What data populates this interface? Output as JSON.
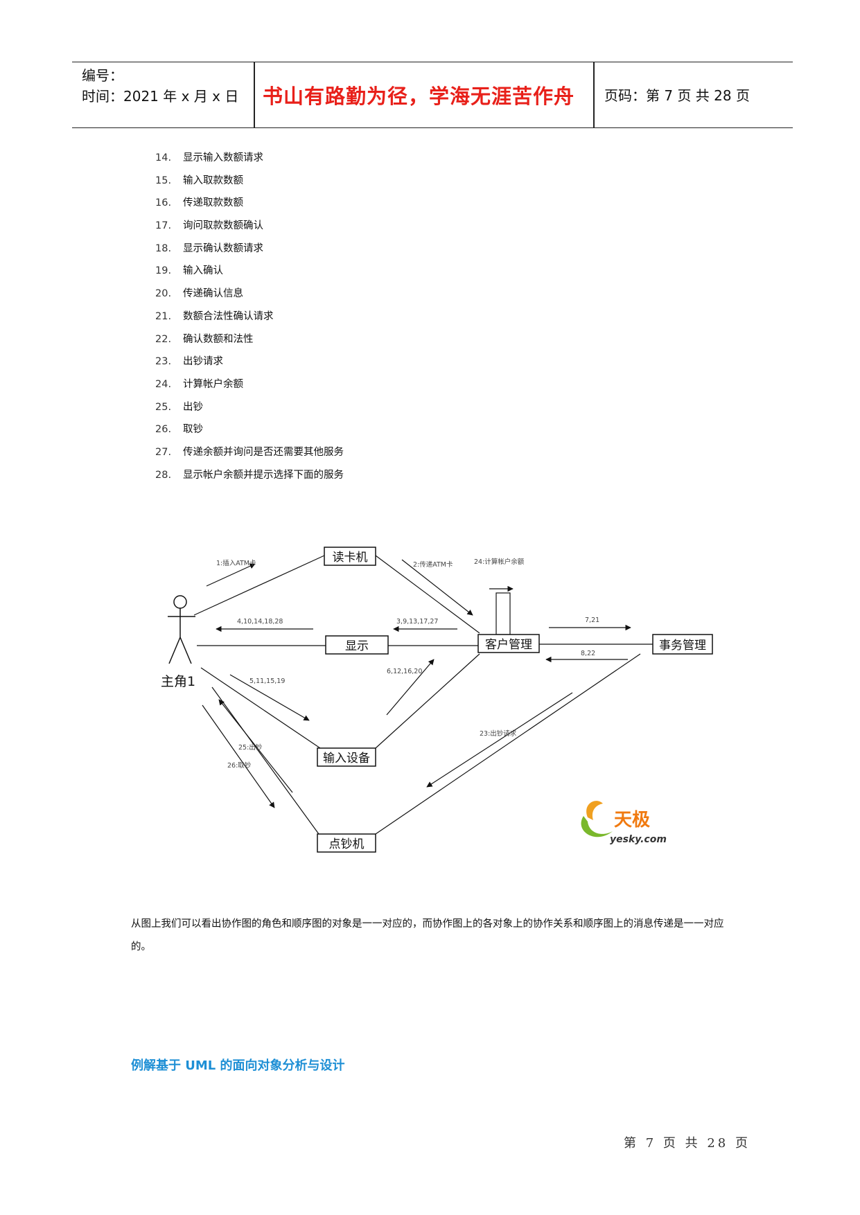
{
  "header": {
    "number_label": "编号：",
    "time_label": "时间：2021 年 x 月 x 日",
    "motto": "书山有路勤为径，学海无涯苦作舟",
    "page_label": "页码：第 7 页  共 28 页"
  },
  "steps": [
    {
      "num": "14.",
      "text": "显示输入数额请求"
    },
    {
      "num": "15.",
      "text": "输入取款数额"
    },
    {
      "num": "16.",
      "text": "传递取款数额"
    },
    {
      "num": "17.",
      "text": "询问取款数额确认"
    },
    {
      "num": "18.",
      "text": "显示确认数额请求"
    },
    {
      "num": "19.",
      "text": "输入确认"
    },
    {
      "num": "20.",
      "text": "传递确认信息"
    },
    {
      "num": "21.",
      "text": "数额合法性确认请求"
    },
    {
      "num": "22.",
      "text": "确认数额和法性"
    },
    {
      "num": "23.",
      "text": "出钞请求"
    },
    {
      "num": "24.",
      "text": "计算帐户余额"
    },
    {
      "num": "25.",
      "text": "出钞"
    },
    {
      "num": "26.",
      "text": "取钞"
    },
    {
      "num": "27.",
      "text": "传递余额并询问是否还需要其他服务"
    },
    {
      "num": "28.",
      "text": "显示帐户余额并提示选择下面的服务"
    }
  ],
  "diagram": {
    "actor": "主角1",
    "objects": {
      "card_reader": "读卡机",
      "display": "显示",
      "customer_mgmt": "客户管理",
      "transaction_mgmt": "事务管理",
      "input_device": "输入设备",
      "cash_dispenser": "点钞机"
    },
    "messages": {
      "m1": "1:插入ATM卡",
      "m2": "2:传递ATM卡",
      "m24": "24:计算帐户余额",
      "m_display": "4,10,14,18,28",
      "m_cust_display": "3,9,13,17,27",
      "m7": "7,21",
      "m8": "8,22",
      "m_input": "5,11,15,19",
      "m_input_cust": "6,12,16,20",
      "m23": "23:出钞请求",
      "m25": "25:出钞",
      "m26": "26:取钞"
    },
    "logo_text": "天极",
    "logo_url": "yesky.com"
  },
  "paragraph": "从图上我们可以看出协作图的角色和顺序图的对象是一一对应的，而协作图上的各对象上的协作关系和顺序图上的消息传递是一一对应的。",
  "section_title": "例解基于 UML 的面向对象分析与设计",
  "footer": "第 7 页 共 28 页",
  "colors": {
    "motto": "#e8201a",
    "section_title": "#1e8fd5"
  }
}
